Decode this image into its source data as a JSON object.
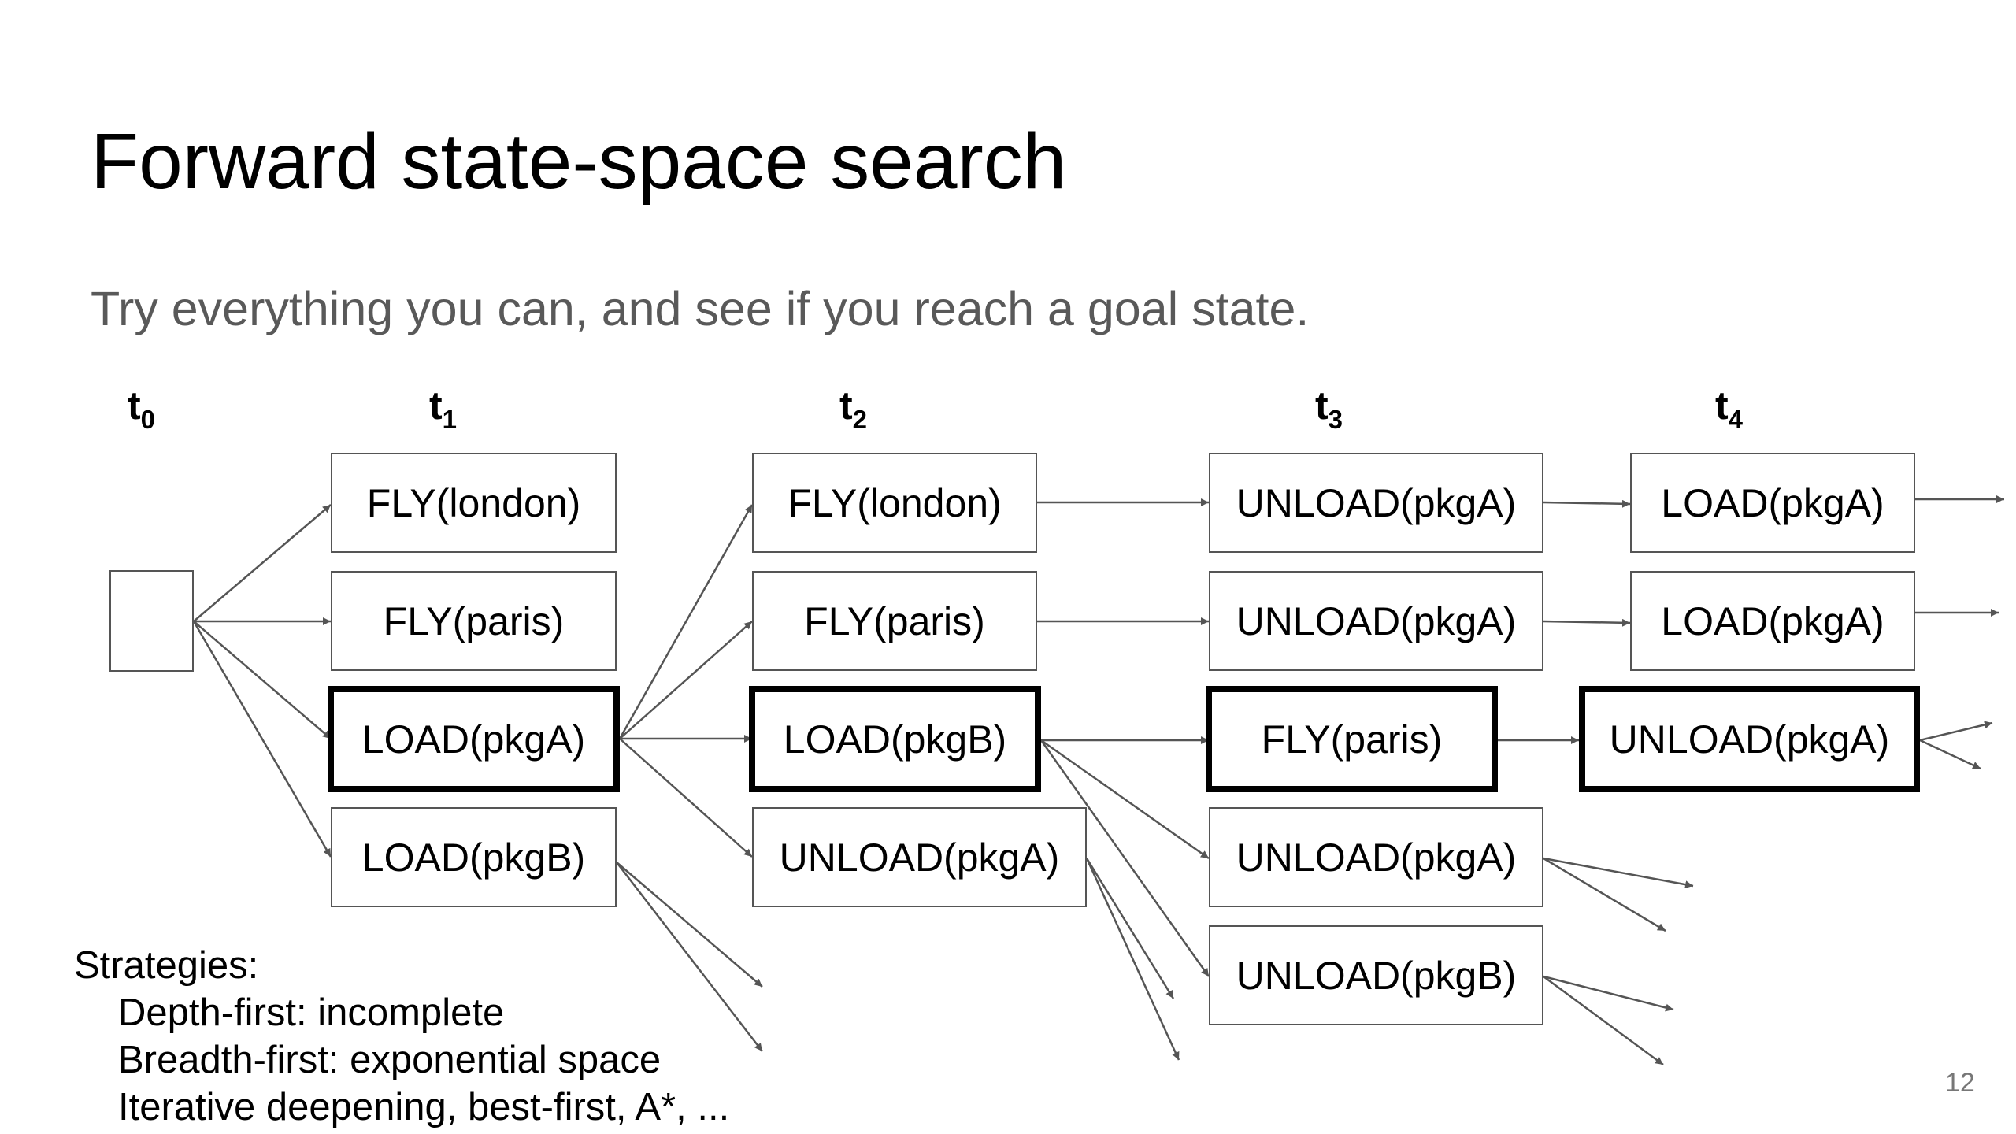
{
  "slide": {
    "title": "Forward state-space search",
    "subtitle": "Try everything you can, and see if you reach a goal state.",
    "page_number": "12"
  },
  "time_labels": [
    "t",
    "t",
    "t",
    "t",
    "t"
  ],
  "time_subscripts": [
    "0",
    "1",
    "2",
    "3",
    "4"
  ],
  "nodes": {
    "t1": [
      "FLY(london)",
      "FLY(paris)",
      "LOAD(pkgA)",
      "LOAD(pkgB)"
    ],
    "t2": [
      "FLY(london)",
      "FLY(paris)",
      "LOAD(pkgB)",
      "UNLOAD(pkgA)"
    ],
    "t3": [
      "UNLOAD(pkgA)",
      "UNLOAD(pkgA)",
      "FLY(paris)",
      "UNLOAD(pkgA)",
      "UNLOAD(pkgB)"
    ],
    "t4": [
      "LOAD(pkgA)",
      "LOAD(pkgA)",
      "UNLOAD(pkgA)"
    ]
  },
  "strategies": {
    "heading": "Strategies:",
    "items": [
      "Depth-first: incomplete",
      "Breadth-first: exponential space",
      "Iterative deepening, best-first, A*, ..."
    ]
  },
  "colors": {
    "text": "#000000",
    "subtitle": "#595959",
    "edge": "#555555",
    "page_number": "#777777"
  }
}
